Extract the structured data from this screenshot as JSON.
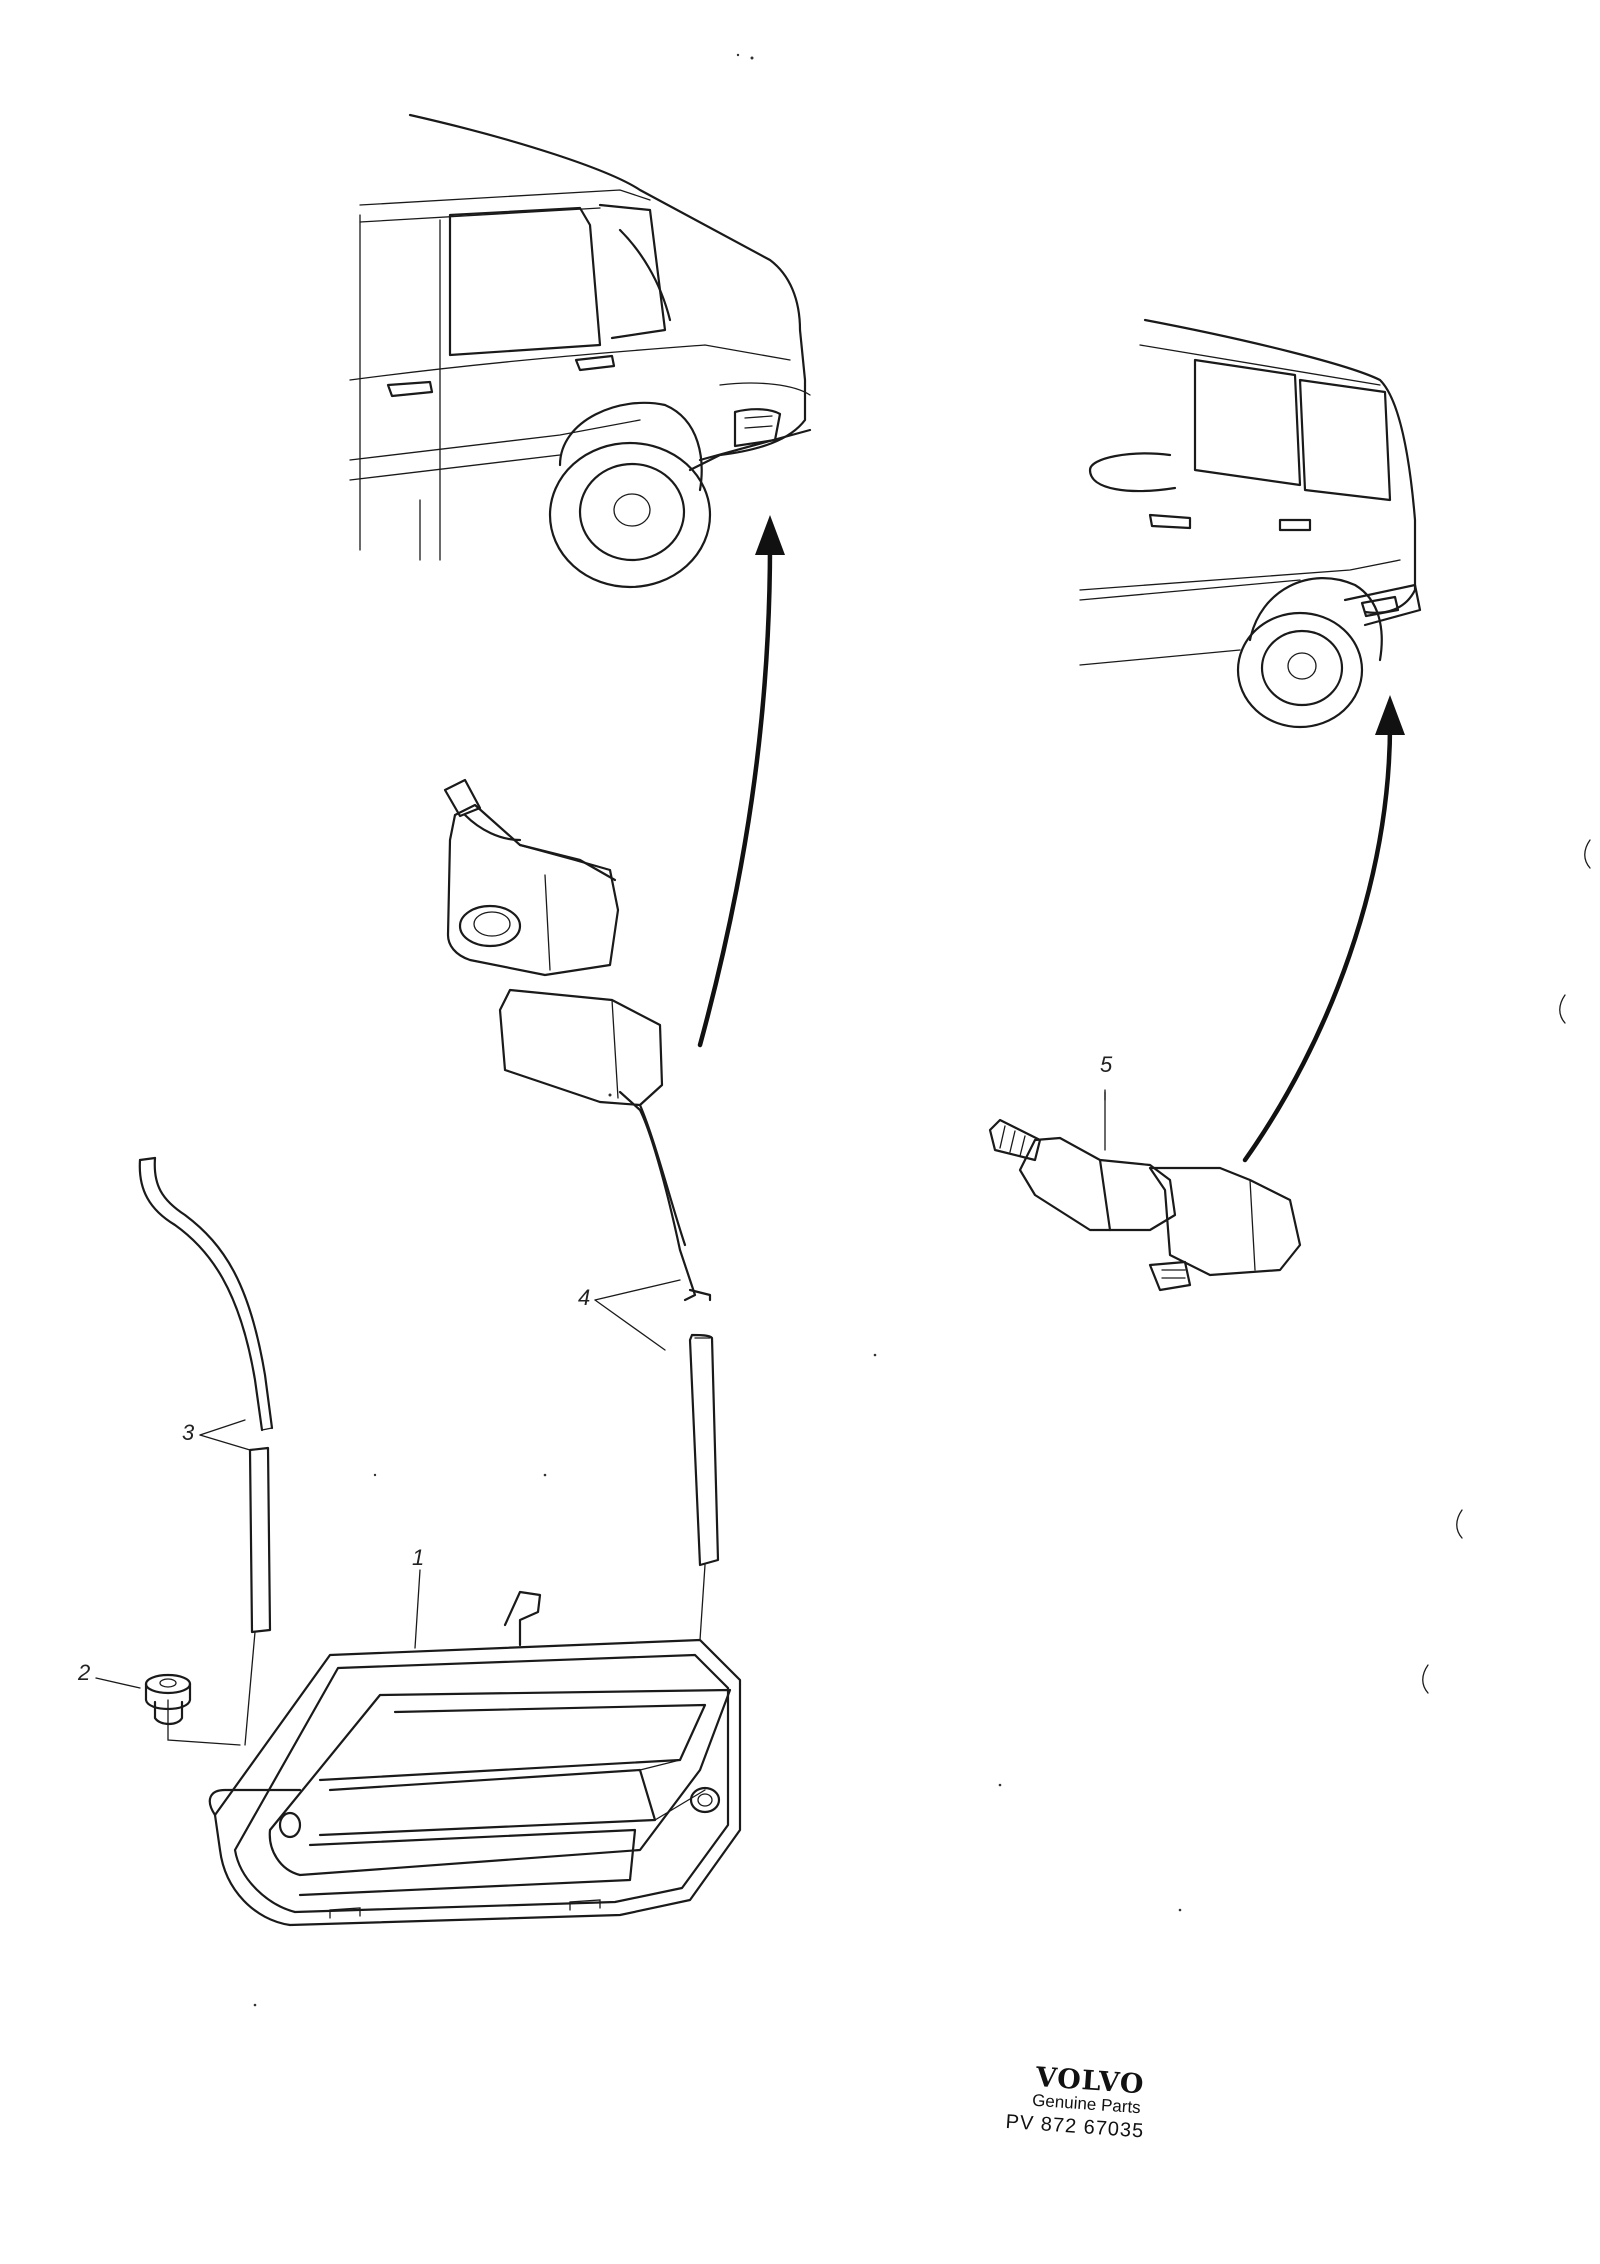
{
  "callouts": [
    {
      "id": "part-1-callout",
      "number": "1"
    },
    {
      "id": "part-2-callout",
      "number": "2"
    },
    {
      "id": "part-3-callout",
      "number": "3"
    },
    {
      "id": "part-4-callout",
      "number": "4"
    },
    {
      "id": "part-5-callout",
      "number": "5"
    }
  ],
  "stamp": {
    "brand": "VOLVO",
    "subtitle": "Genuine Parts",
    "code": "PV 872 67035"
  }
}
